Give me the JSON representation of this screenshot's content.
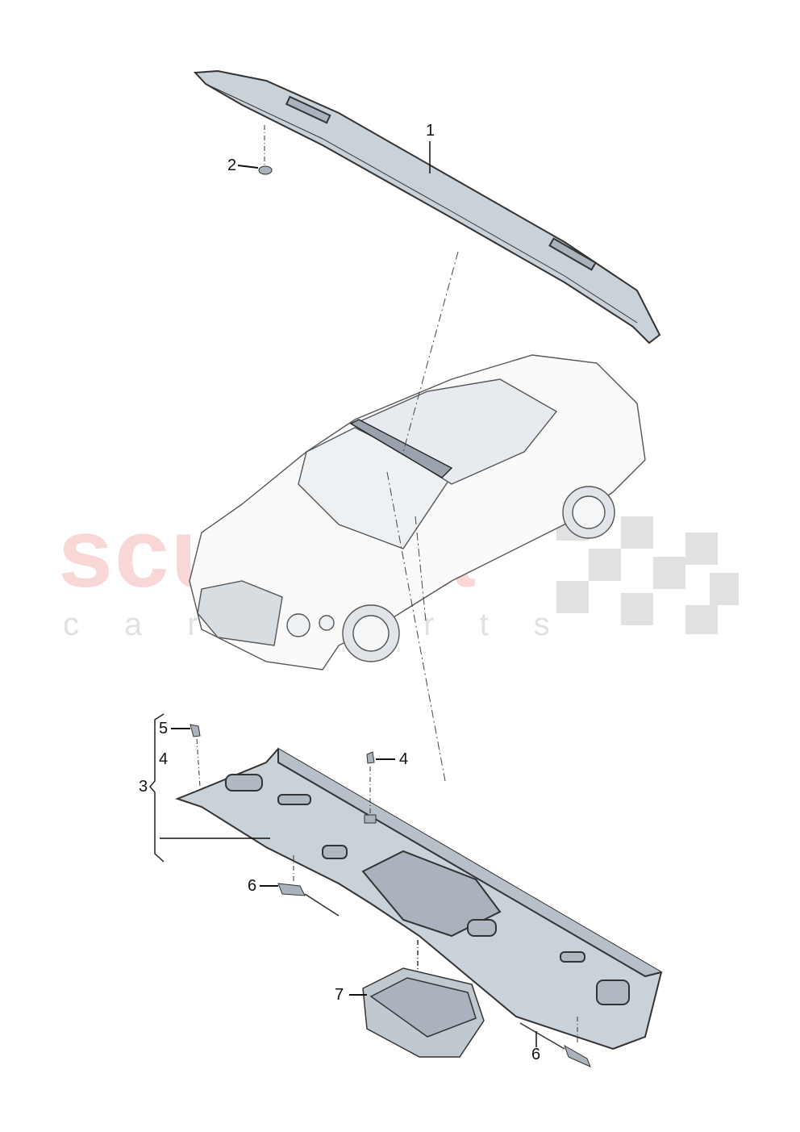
{
  "watermark": {
    "brand": "scuderia",
    "sub": "car parts"
  },
  "callouts": {
    "c1": "1",
    "c2": "2",
    "c3": "3",
    "c4a": "4",
    "c4b": "4",
    "c5": "5",
    "c6a": "6",
    "c6b": "6",
    "c7": "7"
  },
  "colors": {
    "part_fill": "#c9d1d9",
    "part_stroke": "#333333",
    "watermark_red": "#f09696"
  }
}
